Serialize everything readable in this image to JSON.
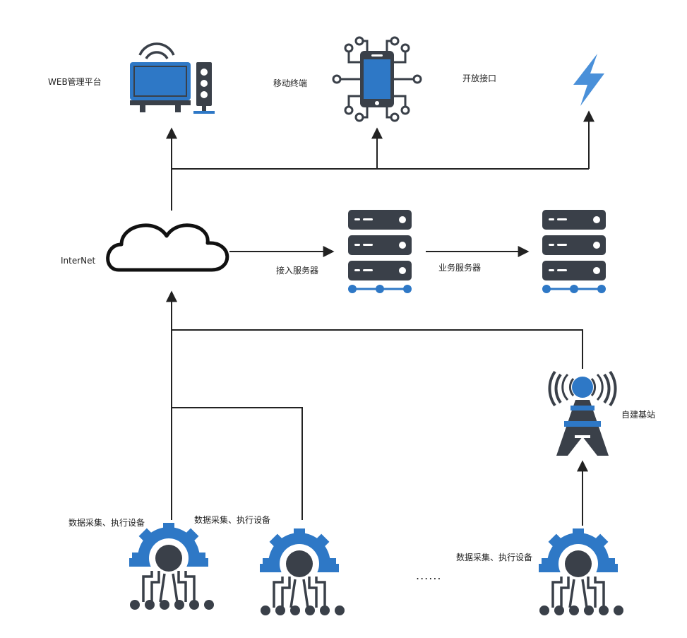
{
  "colors": {
    "blue": "#2e78c6",
    "dark": "#3a4049",
    "line": "#222222"
  },
  "labels": {
    "web_platform": "WEB管理平台",
    "mobile_terminal": "移动终端",
    "open_interface": "开放接口",
    "internet": "InterNet",
    "access_server": "接入服务器",
    "business_server": "业务服务器",
    "base_station": "自建基站",
    "device_1": "数据采集、执行设备",
    "device_2": "数据采集、执行设备",
    "device_3": "数据采集、执行设备",
    "ellipsis": "......"
  },
  "icons": {
    "web_platform": "desktop-computer-icon",
    "mobile_terminal": "smartphone-circuit-icon",
    "open_interface": "lightning-bolt-icon",
    "internet": "cloud-icon",
    "access_server": "server-rack-icon",
    "business_server": "server-rack-icon",
    "base_station": "radio-tower-icon",
    "device": "gear-chip-icon"
  }
}
